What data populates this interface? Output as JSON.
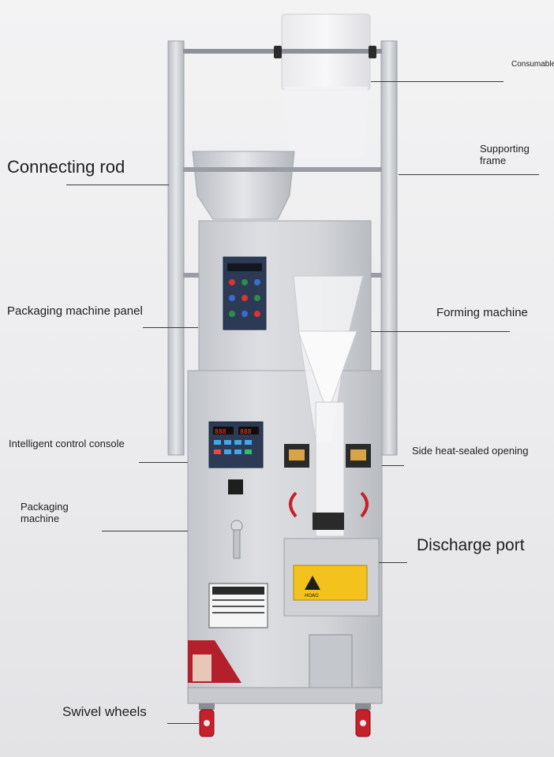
{
  "labels": {
    "consumables": "Consumables",
    "supporting_frame": "Supporting frame",
    "connecting_rod": "Connecting rod",
    "packaging_machine_panel": "Packaging machine panel",
    "forming_machine": "Forming machine",
    "intelligent_control_console": "Intelligent control console",
    "side_heat_sealed_opening": "Side heat-sealed opening",
    "packaging_machine": "Packaging machine",
    "discharge_port": "Discharge port",
    "swivel_wheels": "Swivel wheels"
  },
  "colors": {
    "background": "#eeeef0",
    "steel": "#c9cbcf",
    "warning_yellow": "#f4c21c",
    "wheel_red": "#c8202a",
    "badge_red": "#b3202c",
    "display_red": "#ff3b2f"
  }
}
